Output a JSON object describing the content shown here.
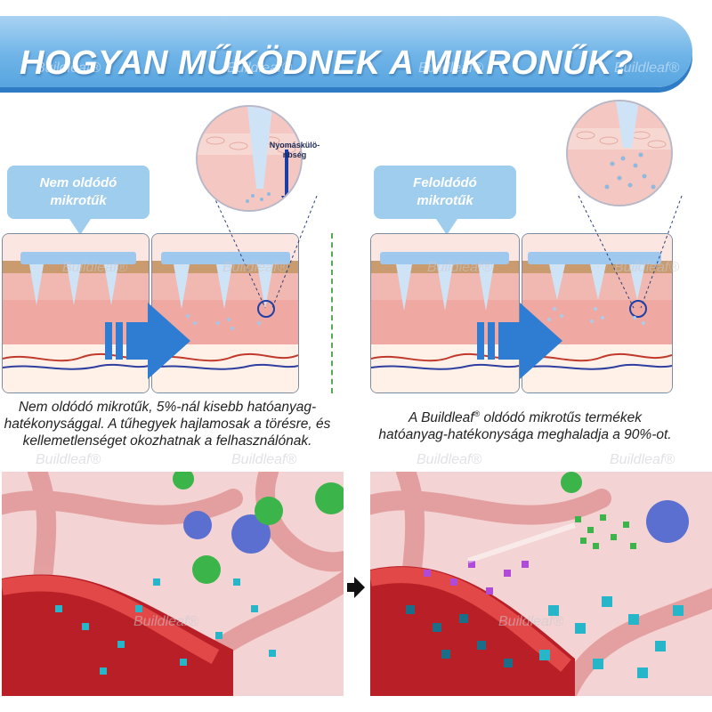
{
  "header": {
    "title": "HOGYAN MŰKÖDNEK A MIKRONŰK?"
  },
  "watermark": "Buildleaf®",
  "left": {
    "bubble": "Nem oldódó mikrotűk",
    "pressure_label": "Nyomáskülö-nbség",
    "caption": "Nem oldódó mikrotűk, 5%-nál kisebb hatóanyag-hatékonysággal. A tűhegyek hajlamosak a törésre, és kellemetlenséget okozhatnak a felhasználónak."
  },
  "right": {
    "bubble": "Feloldódó mikrotűk",
    "caption_prefix": "A Buildleaf",
    "caption_reg": "®",
    "caption_suffix": " oldódó mikrotűs termékek hatóanyag-hatékonysága meghaladja a 90%-ot."
  },
  "colors": {
    "banner": "#6fb4e8",
    "bubble": "#9fcdee",
    "arrow": "#2f7dd3",
    "skin": "#f4c7c2",
    "blood": "#e23a3a",
    "particles_cyan": "#27b6c9",
    "particles_green": "#3bb54a",
    "particles_purple": "#b04ad8"
  }
}
